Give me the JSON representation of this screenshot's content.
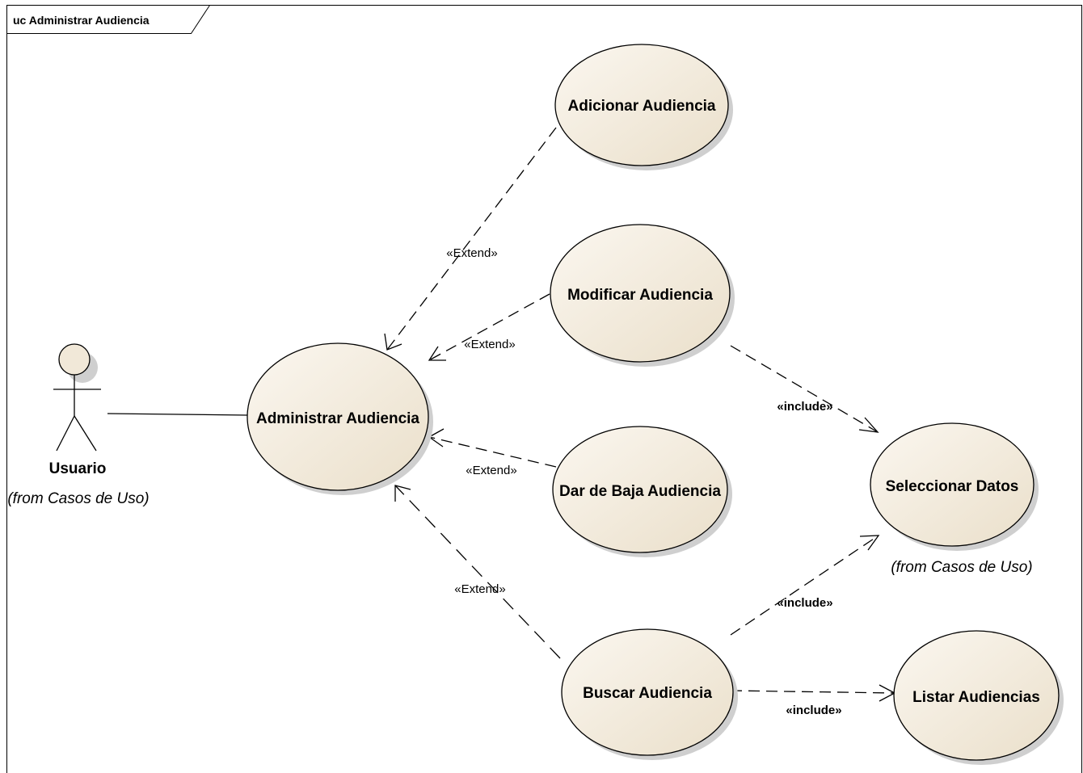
{
  "frame": {
    "title": "uc Administrar Audiencia"
  },
  "colors": {
    "usecase_fill": "#f1e8d8",
    "usecase_shadow": "#cfcfcf",
    "stroke": "#000000",
    "actor_head": "#f1e8d8"
  },
  "actor": {
    "name": "Usuario",
    "from": "(from Casos de Uso)"
  },
  "usecases": {
    "administrar": "Administrar Audiencia",
    "adicionar": "Adicionar Audiencia",
    "modificar": "Modificar Audiencia",
    "baja": "Dar de Baja Audiencia",
    "buscar": "Buscar Audiencia",
    "seleccionar": "Seleccionar Datos",
    "listar": "Listar Audiencias"
  },
  "seleccionar_from": "(from Casos de Uso)",
  "relations": {
    "extend_adicionar": "«Extend»",
    "extend_modificar": "«Extend»",
    "extend_baja": "«Extend»",
    "extend_buscar": "«Extend»",
    "include_modificar": "«include»",
    "include_buscar_seleccionar": "«include»",
    "include_buscar_listar": "«include»"
  }
}
